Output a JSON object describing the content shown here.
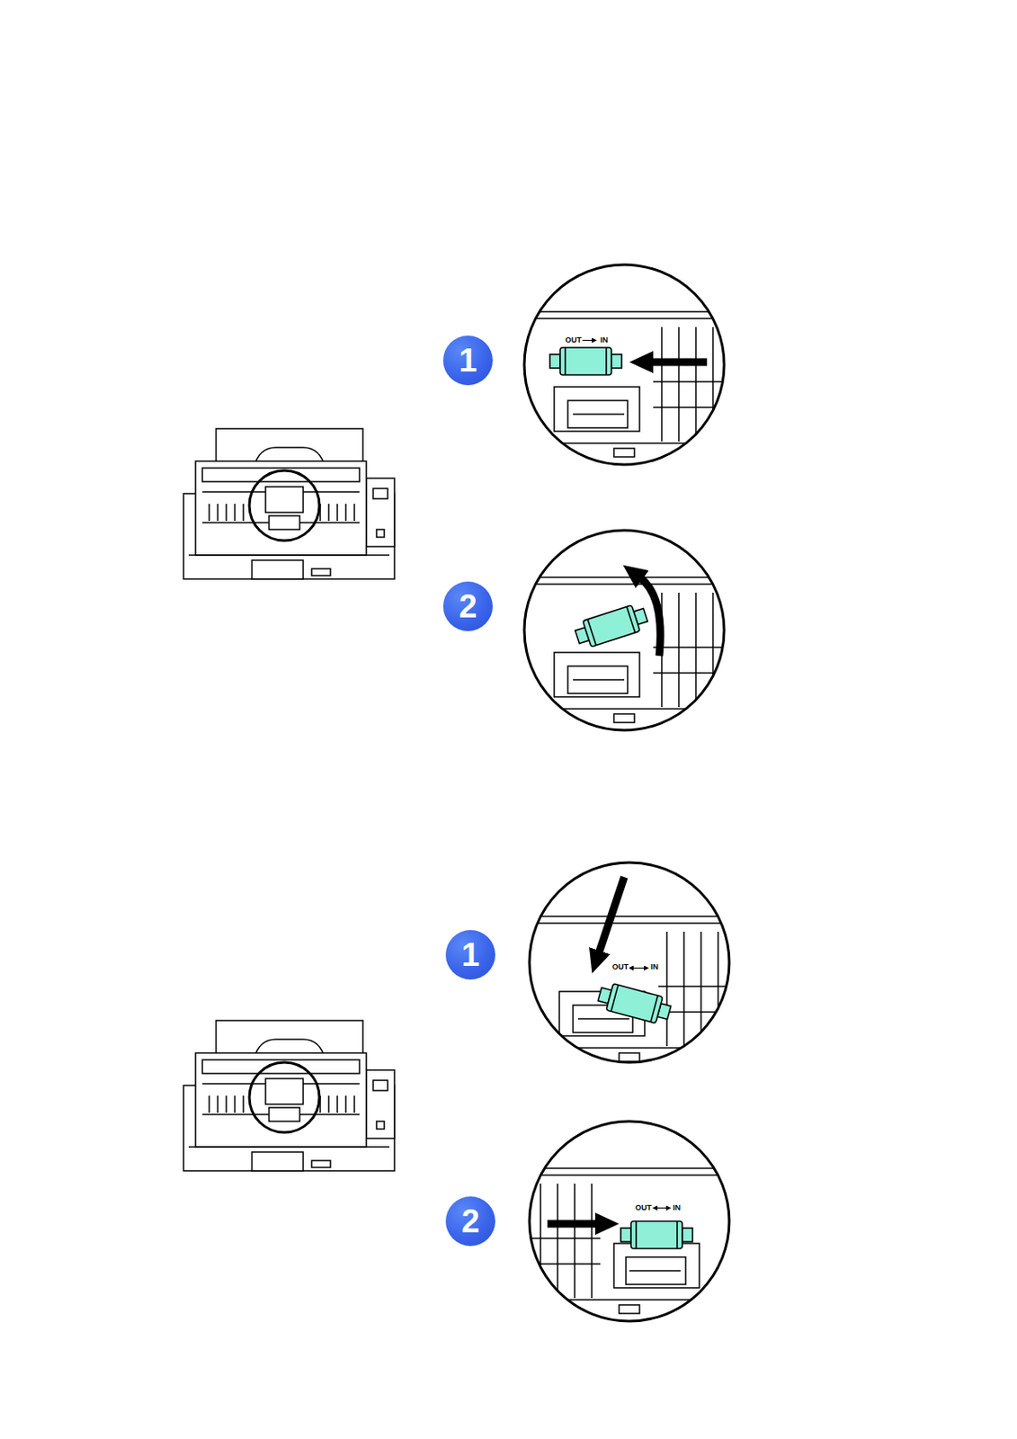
{
  "diagram": {
    "nodes": [
      {
        "text": [
          "1"
        ]
      },
      {
        "text": [
          "2"
        ]
      },
      {
        "text": [
          "1"
        ]
      },
      {
        "text": [
          "2"
        ]
      }
    ],
    "labels": [
      "OUT",
      "IN",
      "OUT",
      "IN",
      "OUT",
      "IN"
    ]
  }
}
